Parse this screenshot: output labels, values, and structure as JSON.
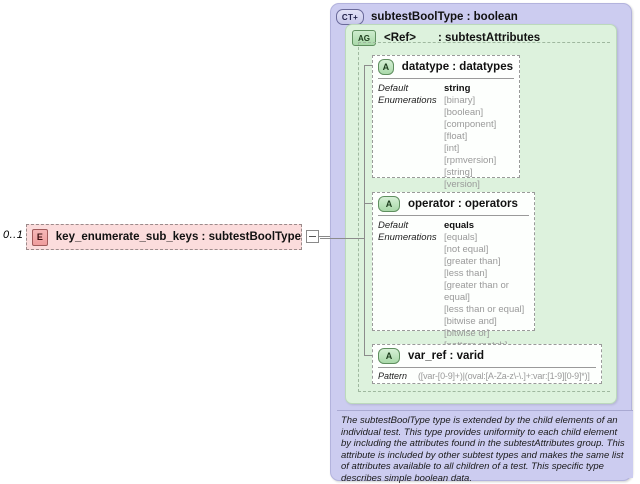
{
  "element": {
    "cardinality": "0..1",
    "badge": "E",
    "label": "key_enumerate_sub_keys : subtestBoolType"
  },
  "complex_type": {
    "badge": "CT+",
    "title": "subtestBoolType : boolean"
  },
  "attribute_group": {
    "badge": "AG",
    "ref_label": "<Ref>",
    "title": ": subtestAttributes"
  },
  "attributes": [
    {
      "badge": "A",
      "name": "datatype : datatypes",
      "facet_labels": [
        "Default",
        "Enumerations"
      ],
      "default": "string",
      "enumerations": [
        "[binary]",
        "[boolean]",
        "[component]",
        "[float]",
        "[int]",
        "[rpmversion]",
        "[string]",
        "[version]"
      ]
    },
    {
      "badge": "A",
      "name": "operator : operators",
      "facet_labels": [
        "Default",
        "Enumerations"
      ],
      "default": "equals",
      "enumerations": [
        "[equals]",
        "[not equal]",
        "[greater than]",
        "[less than]",
        "[greater than or equal]",
        "[less than or equal]",
        "[bitwise and]",
        "[bitwise or]",
        "[pattern match]"
      ]
    },
    {
      "badge": "A",
      "name": "var_ref   : varid",
      "pattern_label": "Pattern",
      "pattern": "([var-[0-9]+)|(oval:[A-Za-z\\-\\.]+:var:[1-9][0-9]*)]"
    }
  ],
  "documentation": {
    "text": "The subtestBoolType type is extended by the child elements of an individual test.  This type provides uniformity to each child element by including the attributes found in the subtestAttributes group.  This attribute is included by other subtest types and makes the same list of attributes available to all children of a test.  This specific type describes simple boolean data."
  },
  "colors": {
    "complex_type_panel": "#ccccf0",
    "attribute_group_panel": "#ddf2dd",
    "element_box": "#fbdcdc",
    "attribute_box": "#fdfffd"
  }
}
